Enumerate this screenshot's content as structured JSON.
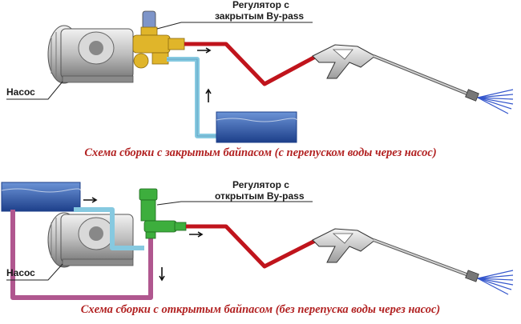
{
  "top_scheme": {
    "regulator_label_line1": "Регулятор с",
    "regulator_label_line2": "закрытым  By-pass",
    "pump_label": "Насос",
    "caption": "Схема сборки с закрытым байпасом (с перепуском воды через насос)"
  },
  "bottom_scheme": {
    "regulator_label_line1": "Регулятор с",
    "regulator_label_line2": "открытым  By-pass",
    "pump_label": "Насос",
    "caption": "Схема сборки с открытым байпасом (без перепуска воды через насос)"
  },
  "colors": {
    "pressure_hose": "#c0141c",
    "suction_hose": "#86c9e0",
    "bypass_hose": "#b0578f",
    "water": "#2f5fb3",
    "valve_top": "#e0b52a",
    "valve_bottom": "#3dae3d",
    "caption": "#b22222"
  }
}
